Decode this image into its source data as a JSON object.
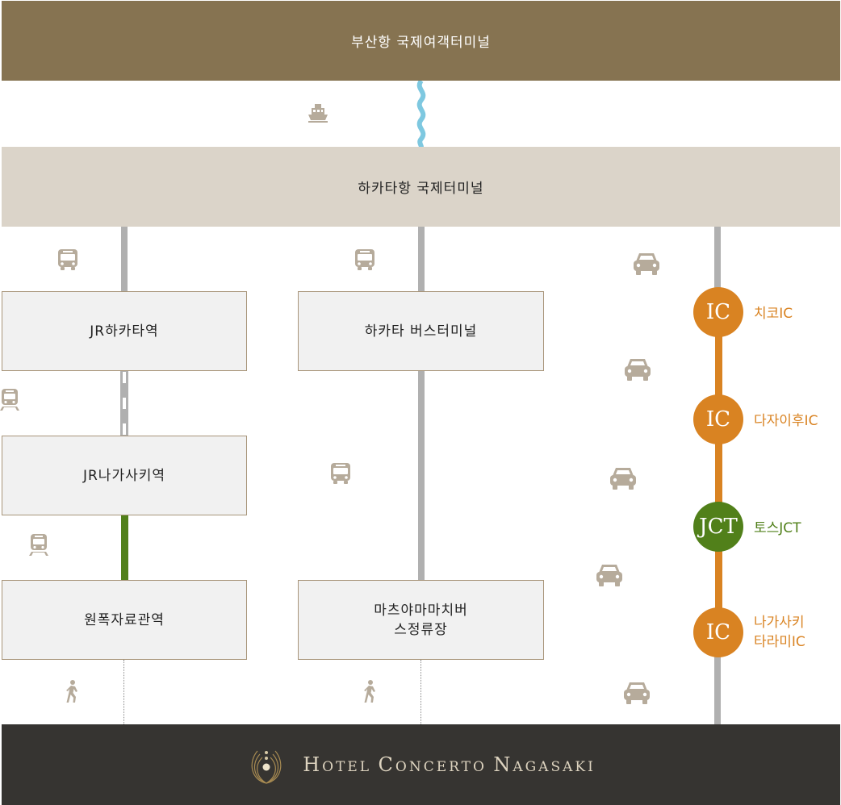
{
  "banners": {
    "busan": "부산항 국제여객터미널",
    "hakata": "하카타항 국제터미널",
    "hotel": {
      "first": "H",
      "first_rest": "OTEL ",
      "second": "C",
      "second_rest": "ONCERTO ",
      "third": "N",
      "third_rest": "AGASAKI"
    }
  },
  "stations": {
    "jr_hakata": "JR하카타역",
    "jr_nagasaki": "JR나가사키역",
    "peace_museum": "원폭자료관역",
    "hakata_bus": "하카타 버스터미널",
    "matsuyama_bus": "마츠야마마치버\n스정류장"
  },
  "junctions": [
    {
      "badge": "IC",
      "label": "치코IC",
      "type": "ic"
    },
    {
      "badge": "IC",
      "label": "다자이후IC",
      "type": "ic"
    },
    {
      "badge": "JCT",
      "label": "토스JCT",
      "type": "jct"
    },
    {
      "badge": "IC",
      "label": "나가사키\n타라미IC",
      "type": "ic"
    }
  ],
  "colors": {
    "busan_banner": "#867351",
    "hakata_banner": "#dbd4c9",
    "hotel_banner": "#363431",
    "ferry_route": "#7ec8e0",
    "rail_route": "#51801a",
    "road_route": "#d98322",
    "ic_badge": "#d98322",
    "jct_badge": "#51801a",
    "transport_icon": "#b6ab9b"
  },
  "icons": [
    "ferry-icon",
    "bus-icon",
    "car-icon",
    "train-icon",
    "walking-person-icon"
  ]
}
